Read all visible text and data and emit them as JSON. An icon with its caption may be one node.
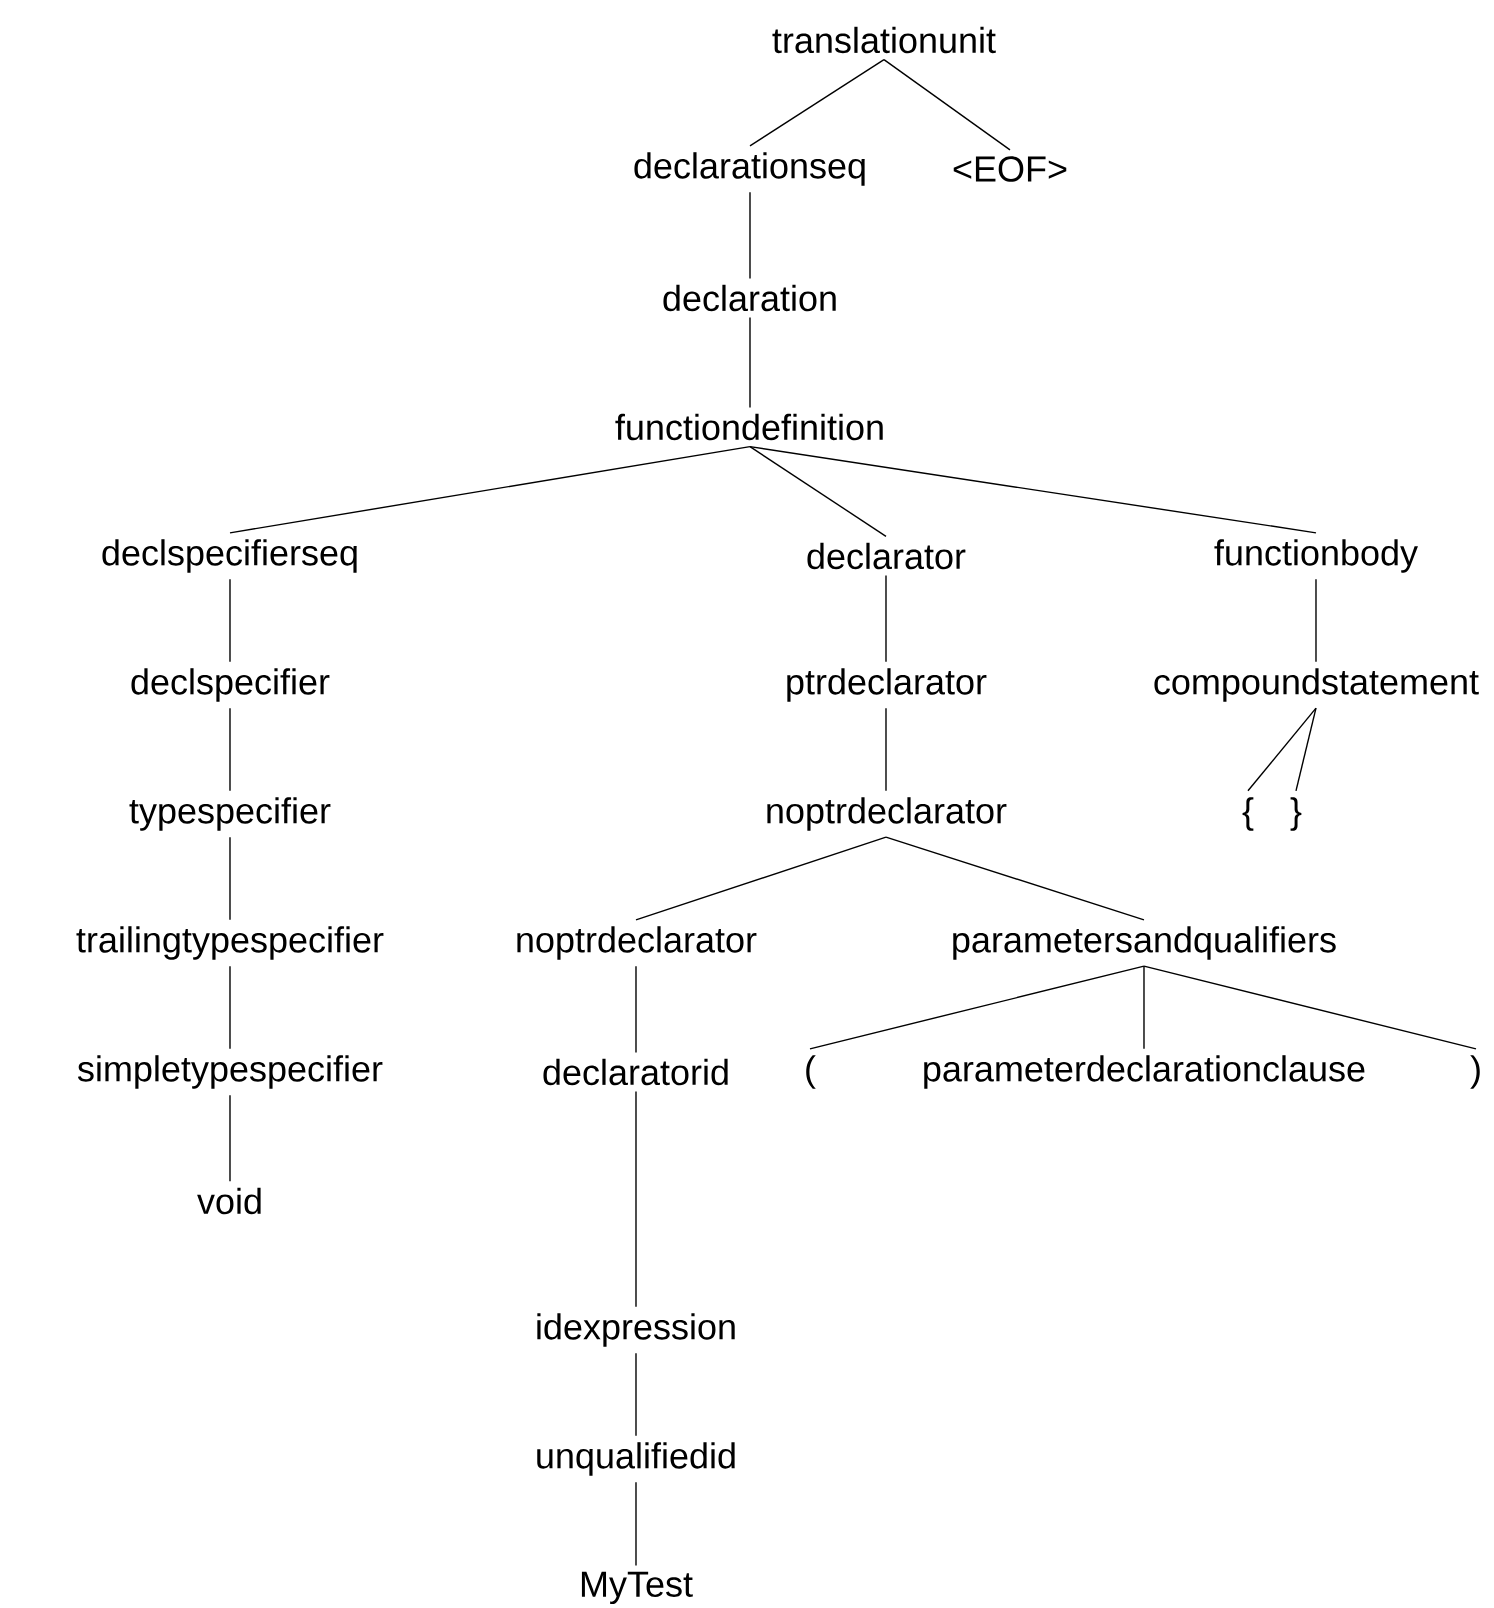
{
  "diagram": {
    "nodes": [
      {
        "text": [
          "translationunit"
        ]
      },
      {
        "text": [
          "declarationseq"
        ]
      },
      {
        "text": [
          "<EOF>"
        ]
      },
      {
        "text": [
          "declaration"
        ]
      },
      {
        "text": [
          "functiondefinition"
        ]
      },
      {
        "text": [
          "declspecifierseq"
        ]
      },
      {
        "text": [
          "declarator"
        ]
      },
      {
        "text": [
          "functionbody"
        ]
      },
      {
        "text": [
          "declspecifier"
        ]
      },
      {
        "text": [
          "ptrdeclarator"
        ]
      },
      {
        "text": [
          "compoundstatement"
        ]
      },
      {
        "text": [
          "typespecifier"
        ]
      },
      {
        "text": [
          "noptrdeclarator"
        ]
      },
      {
        "text": [
          "{"
        ]
      },
      {
        "text": [
          "}"
        ]
      },
      {
        "text": [
          "trailingtypespecifier"
        ]
      },
      {
        "text": [
          "noptrdeclarator"
        ]
      },
      {
        "text": [
          "parametersandqualifiers"
        ]
      },
      {
        "text": [
          "simpletypespecifier"
        ]
      },
      {
        "text": [
          "declaratorid"
        ]
      },
      {
        "text": [
          "("
        ]
      },
      {
        "text": [
          "parameterdeclarationclause"
        ]
      },
      {
        "text": [
          ")"
        ]
      },
      {
        "text": [
          "void"
        ]
      },
      {
        "text": [
          "idexpression"
        ]
      },
      {
        "text": [
          "unqualifiedid"
        ]
      },
      {
        "text": [
          "MyTest"
        ]
      }
    ],
    "edges": [
      {
        "from": 0,
        "to": 1,
        "arrow": "none"
      },
      {
        "from": 0,
        "to": 2,
        "arrow": "none"
      },
      {
        "from": 1,
        "to": 3,
        "arrow": "none"
      },
      {
        "from": 3,
        "to": 4,
        "arrow": "none"
      },
      {
        "from": 4,
        "to": 5,
        "arrow": "none"
      },
      {
        "from": 4,
        "to": 6,
        "arrow": "none"
      },
      {
        "from": 4,
        "to": 7,
        "arrow": "none"
      },
      {
        "from": 5,
        "to": 8,
        "arrow": "none"
      },
      {
        "from": 6,
        "to": 9,
        "arrow": "none"
      },
      {
        "from": 7,
        "to": 10,
        "arrow": "none"
      },
      {
        "from": 8,
        "to": 11,
        "arrow": "none"
      },
      {
        "from": 9,
        "to": 12,
        "arrow": "none"
      },
      {
        "from": 10,
        "to": 13,
        "arrow": "none"
      },
      {
        "from": 10,
        "to": 14,
        "arrow": "none"
      },
      {
        "from": 11,
        "to": 15,
        "arrow": "none"
      },
      {
        "from": 12,
        "to": 16,
        "arrow": "none"
      },
      {
        "from": 12,
        "to": 17,
        "arrow": "none"
      },
      {
        "from": 15,
        "to": 18,
        "arrow": "none"
      },
      {
        "from": 16,
        "to": 19,
        "arrow": "none"
      },
      {
        "from": 17,
        "to": 20,
        "arrow": "none"
      },
      {
        "from": 17,
        "to": 21,
        "arrow": "none"
      },
      {
        "from": 17,
        "to": 22,
        "arrow": "none"
      },
      {
        "from": 18,
        "to": 23,
        "arrow": "none"
      },
      {
        "from": 19,
        "to": 24,
        "arrow": "none"
      },
      {
        "from": 24,
        "to": 25,
        "arrow": "none"
      },
      {
        "from": 25,
        "to": 26,
        "arrow": "none"
      }
    ]
  }
}
